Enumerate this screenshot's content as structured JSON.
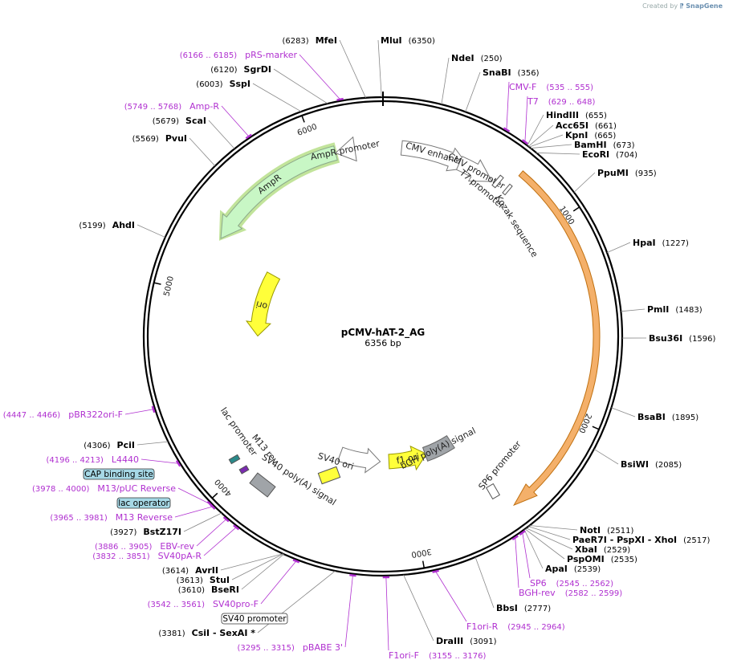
{
  "credit": {
    "prefix": "Created by",
    "brand": "SnapGene"
  },
  "plasmid": {
    "name": "pCMV-hAT-2_AG",
    "size": "6356 bp",
    "length": 6356
  },
  "ticks": [
    {
      "pos": 1000,
      "label": "1000"
    },
    {
      "pos": 2000,
      "label": "2000"
    },
    {
      "pos": 3000,
      "label": "3000"
    },
    {
      "pos": 4000,
      "label": "4000"
    },
    {
      "pos": 5000,
      "label": "5000"
    },
    {
      "pos": 6000,
      "label": "6000"
    }
  ],
  "arcs": [
    {
      "name": "AmpR",
      "start": 5317,
      "end": 6100,
      "dir": -1,
      "ring": 1,
      "fill": "#c8f7c5",
      "stroke": "#8aa88a",
      "label": "AmpR",
      "highlight": "#a8d870"
    },
    {
      "name": "AmpR promoter",
      "start": 6100,
      "end": 6205,
      "dir": -1,
      "ring": 1,
      "fill": "#ffffff",
      "stroke": "#777777",
      "label": "AmpR promoter"
    },
    {
      "name": "CMV enhancer",
      "start": 100,
      "end": 480,
      "dir": 1,
      "ring": 1,
      "fill": "#ffffff",
      "stroke": "#777777",
      "label": "CMV enhancer"
    },
    {
      "name": "CMV promoter",
      "start": 420,
      "end": 620,
      "dir": 1,
      "ring": 1,
      "fill": "#ffffff",
      "stroke": "#777777",
      "label": "CMV promoter"
    },
    {
      "name": "insert",
      "start": 710,
      "end": 2510,
      "dir": 1,
      "ring": 0,
      "fill": "#f4b06a",
      "stroke": "#c07010",
      "label": ""
    },
    {
      "name": "ori",
      "start": 4770,
      "end": 5280,
      "dir": -1,
      "ring": 2,
      "fill": "#ffff3a",
      "stroke": "#999900",
      "label": "ori"
    },
    {
      "name": "f1 ori",
      "start": 2820,
      "end": 3130,
      "dir": -1,
      "ring": 2,
      "fill": "#ffff3a",
      "stroke": "#999900",
      "label": "f1 ori"
    },
    {
      "name": "bGH poly(A) signal",
      "start": 2600,
      "end": 2830,
      "dir": 0,
      "ring": 2,
      "fill": "#a0a4a8",
      "stroke": "#666666",
      "label": "bGH poly(A) signal"
    },
    {
      "name": "SV40 promoter",
      "start": 3200,
      "end": 3530,
      "dir": -1,
      "ring": 2,
      "fill": "#ffffff",
      "stroke": "#777777",
      "label": ""
    }
  ],
  "inner_features": {
    "sv40_ori": "SV40 ori",
    "sv40_polya": "SV40 poly(A) signal",
    "lac_promoter": "lac promoter",
    "m13_rev": "M13 rev",
    "sp6_promoter": "SP6 promoter",
    "t7_promoter": "T7 promoter",
    "kozak": "Kozak sequence"
  },
  "sites_right": [
    {
      "name": "MluI",
      "pos": "(6350)",
      "at": 6350
    },
    {
      "name": "NdeI",
      "pos": "(250)",
      "at": 250
    },
    {
      "name": "SnaBI",
      "pos": "(356)",
      "at": 356
    },
    {
      "name": "HindIII",
      "pos": "(655)",
      "at": 655
    },
    {
      "name": "Acc65I",
      "pos": "(661)",
      "at": 661
    },
    {
      "name": "KpnI",
      "pos": "(665)",
      "at": 665
    },
    {
      "name": "BamHI",
      "pos": "(673)",
      "at": 673
    },
    {
      "name": "EcoRI",
      "pos": "(704)",
      "at": 704
    },
    {
      "name": "PpuMI",
      "pos": "(935)",
      "at": 935
    },
    {
      "name": "HpaI",
      "pos": "(1227)",
      "at": 1227
    },
    {
      "name": "PmlI",
      "pos": "(1483)",
      "at": 1483
    },
    {
      "name": "Bsu36I",
      "pos": "(1596)",
      "at": 1596
    },
    {
      "name": "BsaBI",
      "pos": "(1895)",
      "at": 1895
    },
    {
      "name": "BsiWI",
      "pos": "(2085)",
      "at": 2085
    },
    {
      "name": "NotI",
      "pos": "(2511)",
      "at": 2511
    },
    {
      "name": "PaeR7I - PspXI - XhoI",
      "pos": "(2517)",
      "at": 2517
    },
    {
      "name": "XbaI",
      "pos": "(2529)",
      "at": 2529
    },
    {
      "name": "PspOMI",
      "pos": "(2535)",
      "at": 2535
    },
    {
      "name": "ApaI",
      "pos": "(2539)",
      "at": 2539
    },
    {
      "name": "BbsI",
      "pos": "(2777)",
      "at": 2777
    },
    {
      "name": "DraIII",
      "pos": "(3091)",
      "at": 3091
    }
  ],
  "sites_left": [
    {
      "name": "MfeI",
      "pos": "(6283)",
      "at": 6283
    },
    {
      "name": "SgrDI",
      "pos": "(6120)",
      "at": 6120
    },
    {
      "name": "SspI",
      "pos": "(6003)",
      "at": 6003
    },
    {
      "name": "ScaI",
      "pos": "(5679)",
      "at": 5679
    },
    {
      "name": "PvuI",
      "pos": "(5569)",
      "at": 5569
    },
    {
      "name": "AhdI",
      "pos": "(5199)",
      "at": 5199
    },
    {
      "name": "PciI",
      "pos": "(4306)",
      "at": 4306
    },
    {
      "name": "BstZ17I",
      "pos": "(3927)",
      "at": 3927
    },
    {
      "name": "AvrII",
      "pos": "(3614)",
      "at": 3614
    },
    {
      "name": "StuI",
      "pos": "(3613)",
      "at": 3613
    },
    {
      "name": "BseRI",
      "pos": "(3610)",
      "at": 3610
    },
    {
      "name": "CsiI - SexAI *",
      "pos": "(3381)",
      "at": 3381
    }
  ],
  "primers_right": [
    {
      "name": "CMV-F",
      "pos": "(535 .. 555)",
      "at": 545
    },
    {
      "name": "T7",
      "pos": "(629 .. 648)",
      "at": 638
    },
    {
      "name": "SP6",
      "pos": "(2545 .. 2562)",
      "at": 2553
    },
    {
      "name": "BGH-rev",
      "pos": "(2582 .. 2599)",
      "at": 2590
    },
    {
      "name": "F1ori-R",
      "pos": "(2945 .. 2964)",
      "at": 2955
    },
    {
      "name": "F1ori-F",
      "pos": "(3155 .. 3176)",
      "at": 3165
    }
  ],
  "primers_left": [
    {
      "name": "pRS-marker",
      "pos": "(6166 .. 6185)",
      "at": 6175
    },
    {
      "name": "Amp-R",
      "pos": "(5749 .. 5768)",
      "at": 5758
    },
    {
      "name": "pBR322ori-F",
      "pos": "(4447 .. 4466)",
      "at": 4456
    },
    {
      "name": "L4440",
      "pos": "(4196 .. 4213)",
      "at": 4205
    },
    {
      "name": "M13/pUC Reverse",
      "pos": "(3978 .. 4000)",
      "at": 3989
    },
    {
      "name": "M13 Reverse",
      "pos": "(3965 .. 3981)",
      "at": 3973
    },
    {
      "name": "EBV-rev",
      "pos": "(3886 .. 3905)",
      "at": 3895
    },
    {
      "name": "SV40pA-R",
      "pos": "(3832 .. 3851)",
      "at": 3841
    },
    {
      "name": "SV40pro-F",
      "pos": "(3542 .. 3561)",
      "at": 3551
    },
    {
      "name": "pBABE 3'",
      "pos": "(3295 .. 3315)",
      "at": 3305
    }
  ],
  "boxed_features": [
    {
      "name": "CAP binding site",
      "fill": "#a6d8e6"
    },
    {
      "name": "lac operator",
      "fill": "#a6d8e6"
    },
    {
      "name": "SV40 promoter",
      "fill": "#ffffff"
    }
  ],
  "colors": {
    "primer": "#b030d0",
    "backbone": "#000000",
    "label_line": "#888888"
  }
}
